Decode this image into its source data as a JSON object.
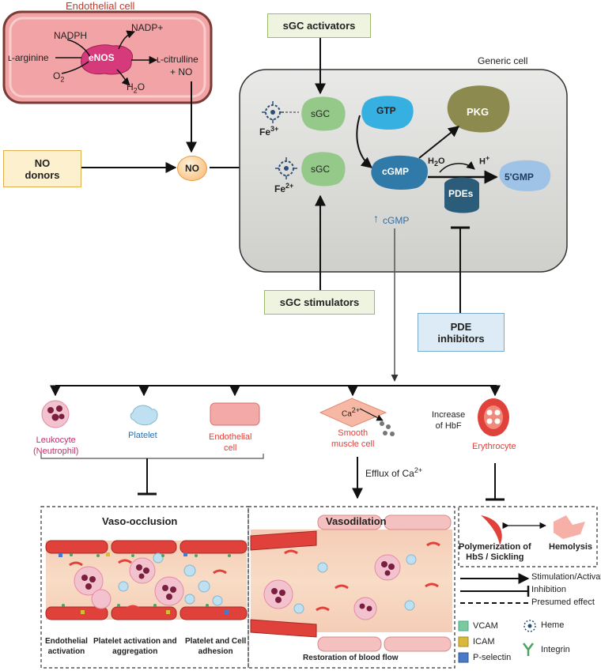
{
  "endothelial": {
    "title": "Endothelial cell",
    "nadph": "NADPH",
    "nadp": "NADP+",
    "arginine": "ʟ-arginine",
    "enzyme": "eNOS",
    "citrulline": "ʟ-citrulline",
    "plus_no": "+ NO",
    "o2": "O",
    "o2_sub": "2",
    "h2o": "H",
    "h2o_sub": "2",
    "h2o_o": "O"
  },
  "no_donors": {
    "line1": "NO",
    "line2": "donors"
  },
  "no_node": "NO",
  "sgc_activators": "sGC activators",
  "sgc_stimulators": "sGC stimulators",
  "pde_inhibitors": {
    "line1": "PDE",
    "line2": "inhibitors"
  },
  "generic_cell": {
    "title": "Generic cell",
    "fe3": "Fe",
    "fe3_sup": "3+",
    "fe2": "Fe",
    "fe2_sup": "2+",
    "sgc_top": "sGC",
    "sgc_bottom": "sGC",
    "gtp": "GTP",
    "pkg": "PKG",
    "cgmp": "cGMP",
    "h2o": "H",
    "h2o_sub": "2",
    "h2o_o": "O",
    "h_plus": "H",
    "h_plus_sup": "+",
    "pdes": "PDEs",
    "gmp5": "5'GMP",
    "up_arrow": "↑",
    "cgmp_increase": "cGMP"
  },
  "targets": {
    "leukocyte": {
      "line1": "Leukocyte",
      "line2": "(Neutrophil)"
    },
    "platelet": "Platelet",
    "endothelial": {
      "line1": "Endothelial",
      "line2": "cell"
    },
    "smooth": {
      "line1": "Smooth",
      "line2": "muscle cell"
    },
    "ca": "Ca",
    "ca_sup": "2+",
    "increase_hbf": {
      "line1": "Increase",
      "line2": "of HbF"
    },
    "erythrocyte": "Erythrocyte"
  },
  "efflux": {
    "text": "Efflux of Ca",
    "sup": "2+"
  },
  "vaso_occlusion": {
    "title": "Vaso-occlusion",
    "label1": {
      "line1": "Endothelial",
      "line2": "activation"
    },
    "label2": {
      "line1": "Platelet activation and",
      "line2": "aggregation"
    },
    "label3": {
      "line1": "Platelet and Cell",
      "line2": "adhesion"
    }
  },
  "vasodilation": {
    "title": "Vasodilation",
    "label": "Restoration of blood flow"
  },
  "hemolysis_box": {
    "polymerization": {
      "line1": "Polymerization of",
      "line2": "HbS / Sickling"
    },
    "hemolysis": "Hemolysis"
  },
  "legend": {
    "stimulation": "Stimulation/Activation",
    "inhibition": "Inhibition",
    "presumed": "Presumed effect",
    "vcam": "VCAM",
    "icam": "ICAM",
    "pselectin": "P-selectin",
    "heme": "Heme",
    "integrin": "Integrin"
  },
  "colors": {
    "endothelial_fill": "#f2a3a6",
    "enos": "#d63a7a",
    "box_yellow": "#fdf0cf",
    "box_green": "#eef4df",
    "box_blue": "#dcebf5",
    "cell_gray": "#dadad7",
    "sgc_green": "#95c98a",
    "gtp_blue": "#36b0e0",
    "pkg_olive": "#8c8a4f",
    "cgmp_blue": "#2f7aa8",
    "pdes_teal": "#2b5d7a",
    "gmp_lightblue": "#9ec3e6",
    "vessel_red": "#e0413a",
    "vessel_pink": "#f4c0c0"
  }
}
